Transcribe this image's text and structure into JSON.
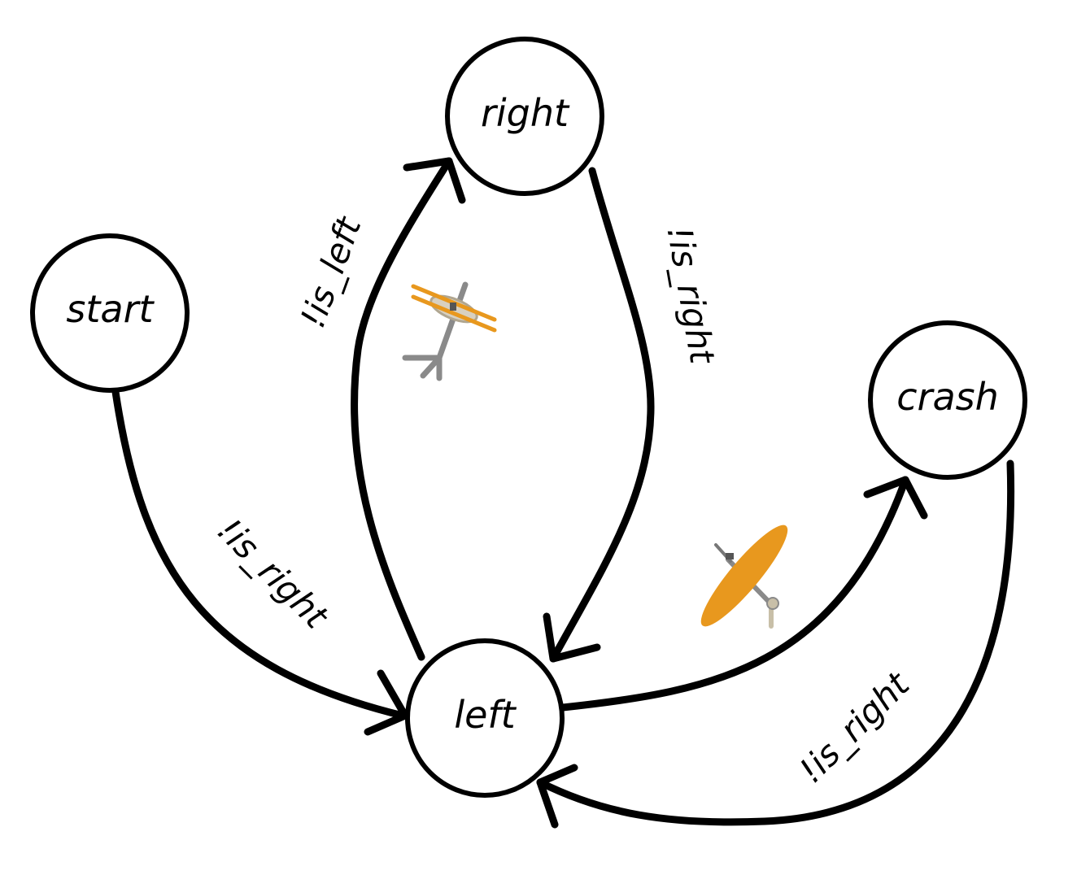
{
  "diagram": {
    "states": {
      "start": "start",
      "right": "right",
      "crash": "crash",
      "left": "left"
    },
    "transitions": {
      "start_to_left": "!is_right",
      "left_to_right": "!is_left",
      "right_to_left": "!is_right",
      "crash_to_left": "!is_right"
    },
    "icons": {
      "hihat": "hi-hat-cymbal-icon",
      "crash": "crash-cymbal-icon"
    },
    "colors": {
      "stroke": "#000000",
      "cymbal_orange": "#e8981e",
      "stand_gray": "#8a8a8a"
    }
  }
}
